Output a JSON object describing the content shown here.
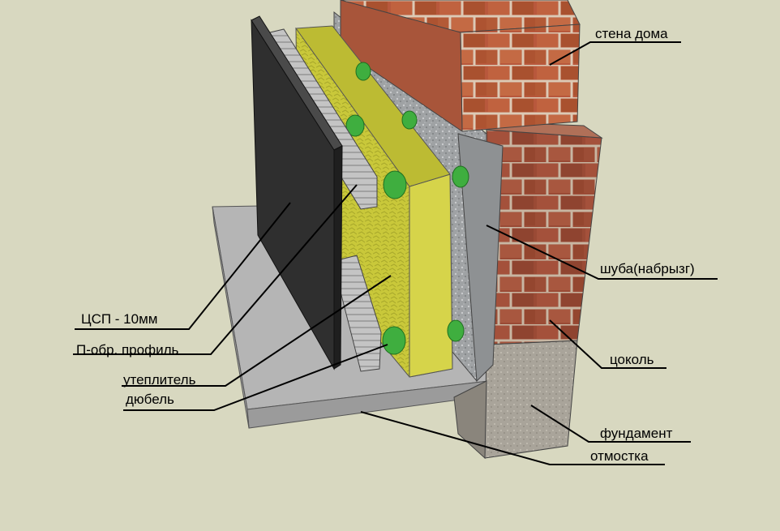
{
  "labels": {
    "house_wall": "стена дома",
    "plaster": "шуба(набрызг)",
    "plinth": "цоколь",
    "foundation": "фундамент",
    "blind_area": "отмостка",
    "csp": "ЦСП - 10мм",
    "profile": "П-обр. профиль",
    "insulation": "утеплитель",
    "dowel": "дюбель"
  },
  "colors": {
    "background": "#d8d8c0",
    "brick": "#b8583c",
    "mortar": "#d9c7b2",
    "plaster": "#a3a6a8",
    "insulation": "#c9c83a",
    "dowel": "#3fae3f",
    "csp_board": "#2f2f2f",
    "profile": "#bdbdbd",
    "concrete": "#c6c6c6",
    "foundation": "#a9a49a"
  }
}
